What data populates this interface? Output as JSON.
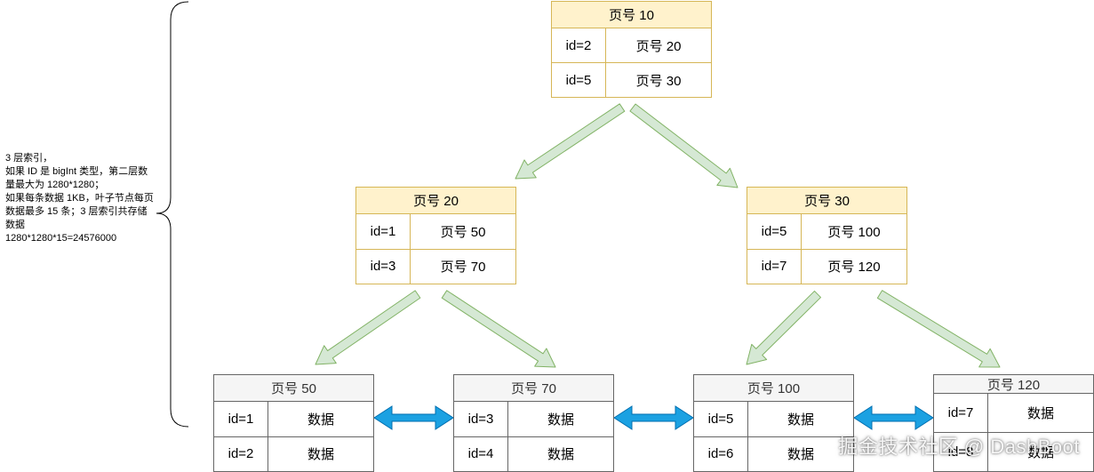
{
  "note": "3 层索引，\n如果 ID 是 bigInt 类型，第二层数量最大为 1280*1280；\n如果每条数据 1KB，叶子节点每页数据最多 15 条；3 层索引共存储数据\n1280*1280*15=24576000",
  "root": {
    "title": "页号 10",
    "rows": [
      {
        "k": "id=2",
        "v": "页号 20"
      },
      {
        "k": "id=5",
        "v": "页号 30"
      }
    ]
  },
  "level2": [
    {
      "title": "页号 20",
      "rows": [
        {
          "k": "id=1",
          "v": "页号 50"
        },
        {
          "k": "id=3",
          "v": "页号 70"
        }
      ]
    },
    {
      "title": "页号 30",
      "rows": [
        {
          "k": "id=5",
          "v": "页号 100"
        },
        {
          "k": "id=7",
          "v": "页号 120"
        }
      ]
    }
  ],
  "leaves": [
    {
      "title": "页号 50",
      "rows": [
        {
          "k": "id=1",
          "v": "数据"
        },
        {
          "k": "id=2",
          "v": "数据"
        }
      ]
    },
    {
      "title": "页号 70",
      "rows": [
        {
          "k": "id=3",
          "v": "数据"
        },
        {
          "k": "id=4",
          "v": "数据"
        }
      ]
    },
    {
      "title": "页号 100",
      "rows": [
        {
          "k": "id=5",
          "v": "数据"
        },
        {
          "k": "id=6",
          "v": "数据"
        }
      ]
    },
    {
      "title": "页号 120",
      "rows": [
        {
          "k": "id=7",
          "v": "数据"
        },
        {
          "k": "id=8",
          "v": "数据"
        }
      ]
    }
  ],
  "watermark": "掘金技术社区 @ DashBoot",
  "colors": {
    "internal_border": "#d6b656",
    "internal_header": "#fff2cc",
    "leaf_border": "#666666",
    "leaf_header": "#f5f5f5",
    "tree_arrow": "#d5e8d4",
    "tree_arrow_stroke": "#82b366",
    "link_arrow": "#1ba1e2",
    "link_arrow_stroke": "#006eaf"
  }
}
